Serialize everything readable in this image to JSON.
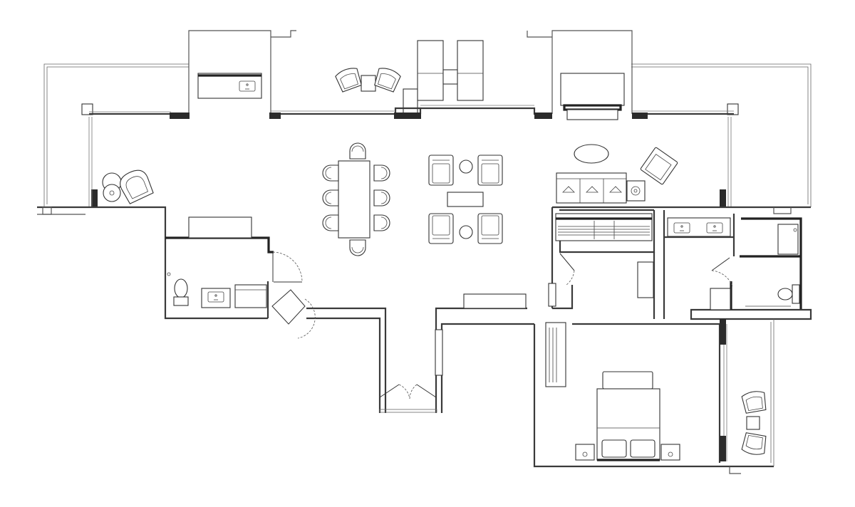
{
  "drawing": {
    "type": "architectural floor plan",
    "style": "black line drawing on white"
  },
  "rooms": [
    "living-dining",
    "powder-room",
    "kitchen",
    "bedroom",
    "ensuite-bath",
    "walk-in-closet",
    "north-terrace",
    "east-balcony"
  ],
  "colors": {
    "line": "#333333",
    "background": "#ffffff",
    "wall_hatch": "#2b2b2b"
  }
}
